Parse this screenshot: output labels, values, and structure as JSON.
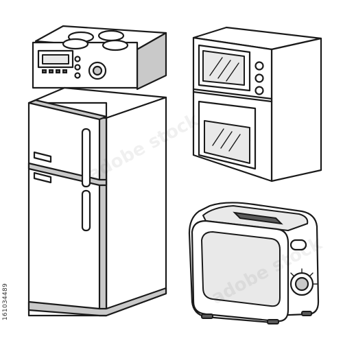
{
  "image": {
    "background": "#ffffff",
    "stroke_color": "#1a1a1a",
    "shade_color": "#c9c9c9",
    "side_text": "161034489",
    "watermark": "adobe stock"
  },
  "objects": [
    {
      "name": "cooktop",
      "burners": 4
    },
    {
      "name": "refrigerator",
      "doors": 2
    },
    {
      "name": "wall-oven-with-microwave",
      "knobs": 3
    },
    {
      "name": "toaster",
      "knobs": 1
    }
  ]
}
